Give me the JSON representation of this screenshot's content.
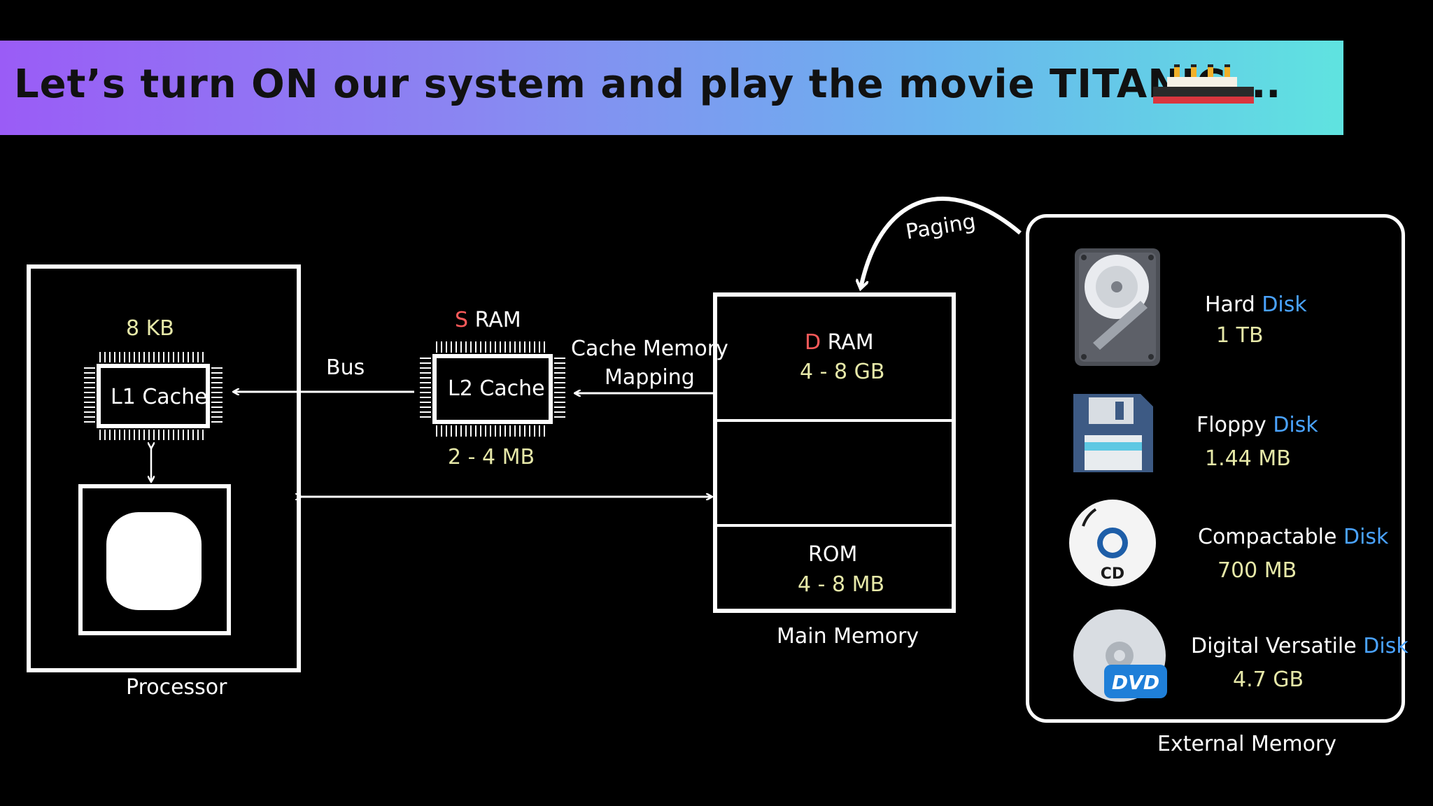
{
  "banner": {
    "title": "Let’s turn ON our system and play the movie TITANIC….",
    "colors": {
      "start": "#9a5cf6",
      "end": "#5fe3e0"
    },
    "icon": "ship-icon"
  },
  "processor": {
    "label": "Processor",
    "l1": {
      "label": "L1 Cache",
      "size": "8 KB"
    },
    "core_icon": "cpu-core-icon"
  },
  "bus": {
    "label": "Bus"
  },
  "l2": {
    "type_prefix": "S",
    "type_rest": " RAM",
    "label": "L2 Cache",
    "size": "2 - 4 MB"
  },
  "cache_mapping": {
    "line1": "Cache Memory",
    "line2": "Mapping"
  },
  "main_memory": {
    "label": "Main Memory",
    "dram": {
      "prefix": "D",
      "rest": " RAM",
      "size": "4 - 8 GB"
    },
    "rom": {
      "label": "ROM",
      "size": "4 - 8 MB"
    }
  },
  "paging": {
    "label": "Paging"
  },
  "external_memory": {
    "label": "External Memory",
    "devices": [
      {
        "name": "Hard ",
        "kind": "Disk",
        "size": "1 TB",
        "icon": "hard-disk-icon"
      },
      {
        "name": "Floppy ",
        "kind": "Disk",
        "size": "1.44 MB",
        "icon": "floppy-disk-icon"
      },
      {
        "name": "Compactable ",
        "kind": "Disk",
        "size": "700 MB",
        "icon": "cd-icon"
      },
      {
        "name": "Digital Versatile ",
        "kind": "Disk",
        "size": "4.7 GB",
        "icon": "dvd-icon"
      }
    ],
    "cd_badge": "CD",
    "dvd_badge": "DVD"
  },
  "colors": {
    "accent_red": "#ff5a5a",
    "accent_blue": "#4aa3ff",
    "size_yellow": "#e6e8a8"
  }
}
